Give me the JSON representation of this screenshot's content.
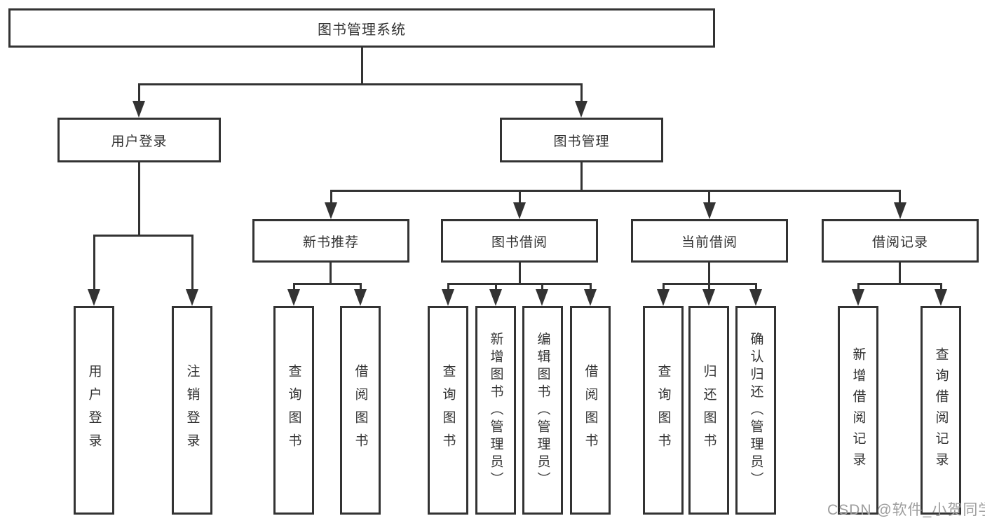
{
  "tree": {
    "root": {
      "label": "图书管理系统",
      "children": [
        {
          "label": "用户登录",
          "children": [
            {
              "label": "用户登录"
            },
            {
              "label": "注销登录"
            }
          ]
        },
        {
          "label": "图书管理",
          "children": [
            {
              "label": "新书推荐",
              "children": [
                {
                  "label": "查询图书"
                },
                {
                  "label": "借阅图书"
                }
              ]
            },
            {
              "label": "图书借阅",
              "children": [
                {
                  "label": "查询图书"
                },
                {
                  "label": "新增图书（管理员）"
                },
                {
                  "label": "编辑图书（管理员）"
                },
                {
                  "label": "借阅图书"
                }
              ]
            },
            {
              "label": "当前借阅",
              "children": [
                {
                  "label": "查询图书"
                },
                {
                  "label": "归还图书"
                },
                {
                  "label": "确认归还（管理员）"
                }
              ]
            },
            {
              "label": "借阅记录",
              "children": [
                {
                  "label": "新增借阅记录"
                },
                {
                  "label": "查询借阅记录"
                }
              ]
            }
          ]
        }
      ]
    }
  },
  "watermark": {
    "text": "CSDN @软件_小贺同学"
  },
  "colors": {
    "line": "#333333",
    "text": "#333333",
    "watermark": "#9d9d9d",
    "background": "#ffffff"
  }
}
